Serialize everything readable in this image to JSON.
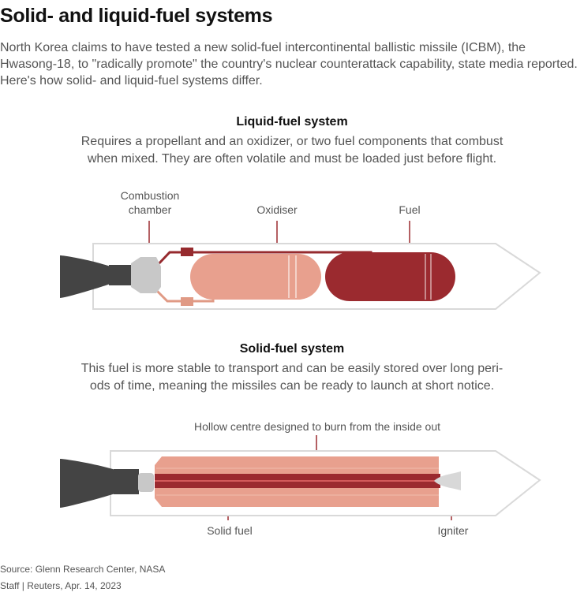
{
  "title": "Solid- and liquid-fuel systems",
  "intro": "North Korea claims to have tested a new solid-fuel intercontinental ballistic missile (ICBM), the Hwasong-18, to \"radically promote\" the country's nuclear counterattack capability, state media reported. Here's how solid- and liquid-fuel systems differ.",
  "liquid": {
    "heading": "Liquid-fuel system",
    "description_lines": [
      "Requires a propellant and an oxidizer, or two fuel components that combust",
      "when mixed. They are often volatile and must be loaded just before flight."
    ],
    "label_combustion_lines": [
      "Combustion",
      "chamber"
    ],
    "label_oxidiser": "Oxidiser",
    "label_fuel": "Fuel"
  },
  "solid": {
    "heading": "Solid-fuel system",
    "description_lines": [
      "This fuel is more stable to transport and can be easily stored over long peri-",
      "ods of time, meaning the missiles can be ready to launch at short notice."
    ],
    "label_hollow": "Hollow centre designed to burn from the inside out",
    "label_solid_fuel": "Solid fuel",
    "label_igniter": "Igniter"
  },
  "source_lines": [
    "Source: Glenn Research Center, NASA",
    "Staff | Reuters, Apr. 14, 2023"
  ],
  "colors": {
    "nozzle": "#444444",
    "casing_stroke": "#d9d9d9",
    "chamber": "#c8c8c8",
    "oxidiser": "#e8a08e",
    "fuel": "#9b2a2f",
    "piping_dark": "#962a2e",
    "piping_light": "#e09a85",
    "solid_fuel": "#e8a08e",
    "hollow_core": "#9b2a2f",
    "igniter": "#d8d8d8",
    "leader": "#9b2a2f"
  }
}
